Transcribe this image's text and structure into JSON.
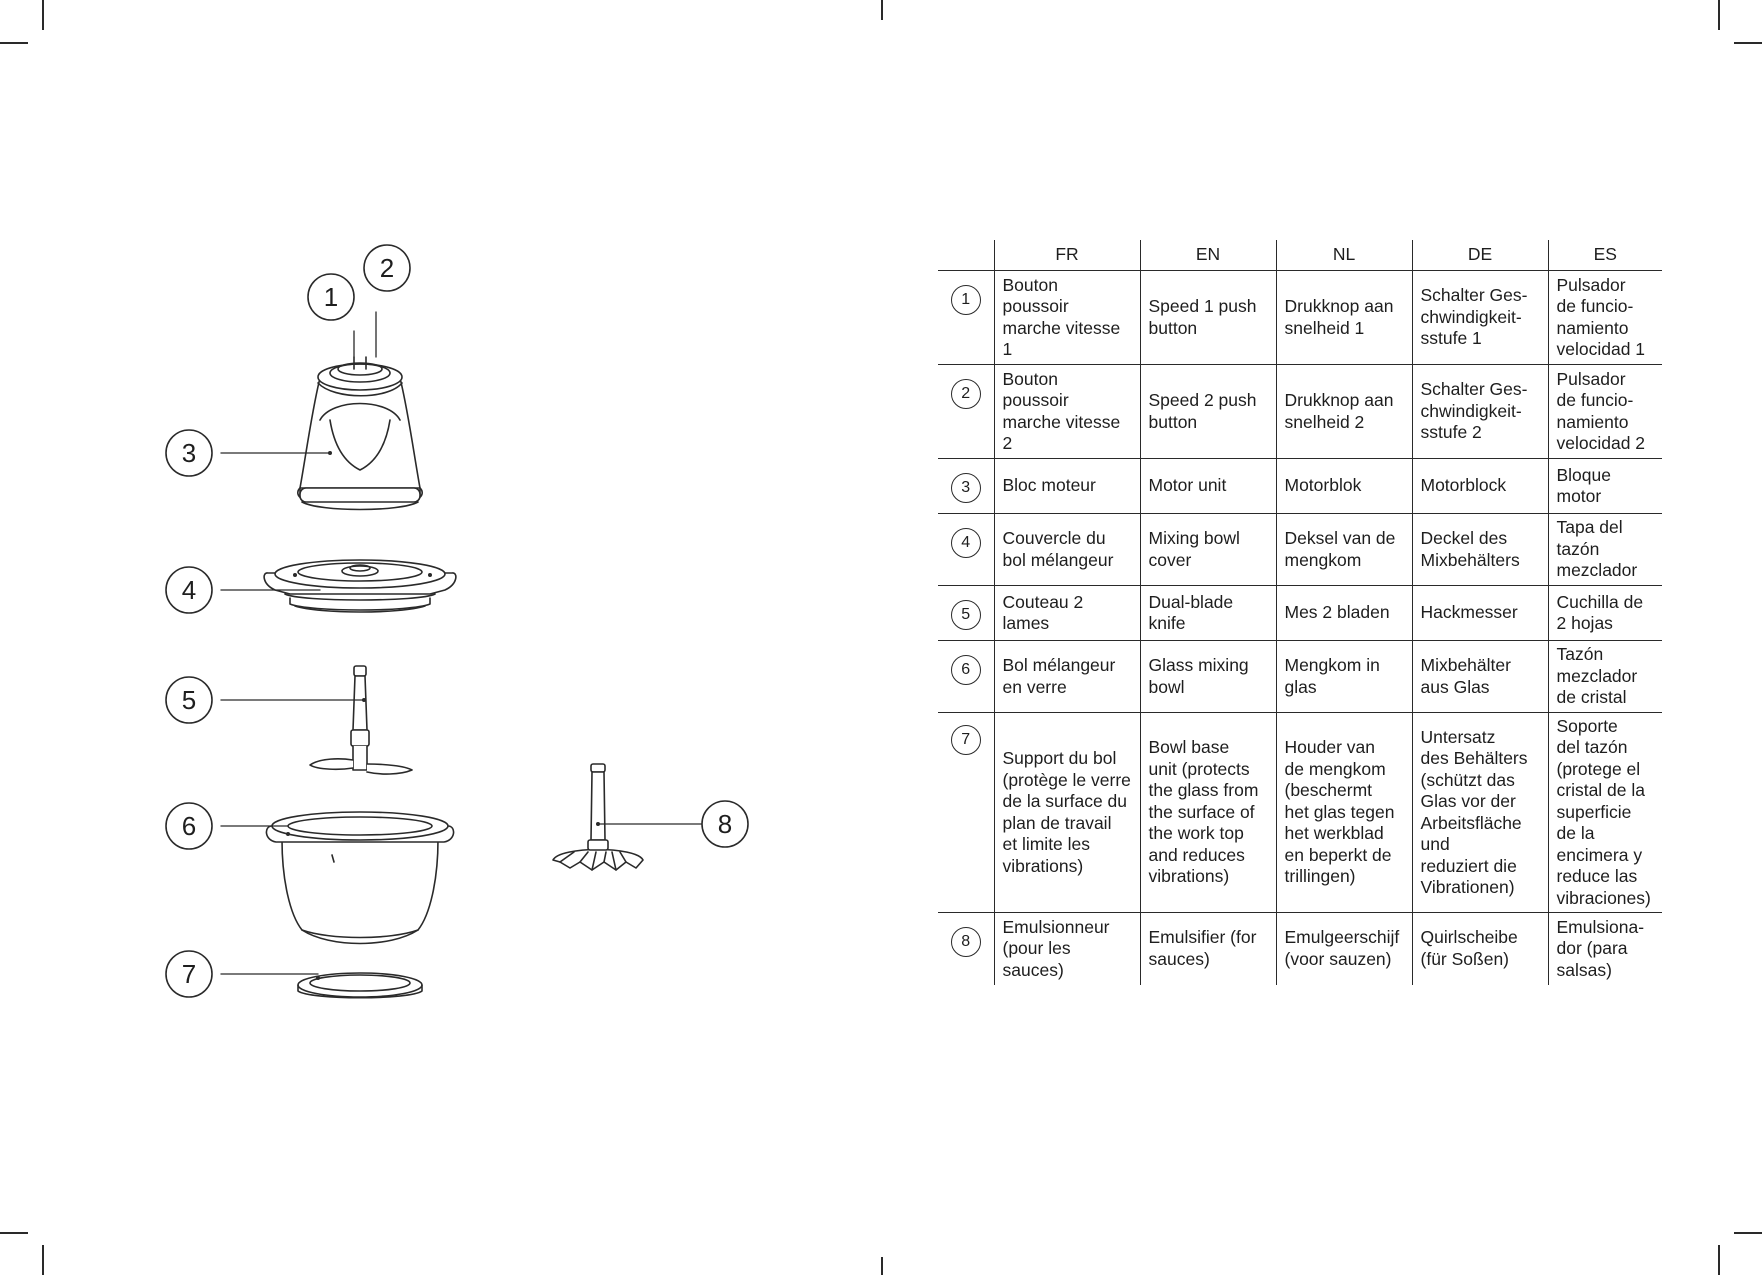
{
  "diagram": {
    "callouts": [
      "1",
      "2",
      "3",
      "4",
      "5",
      "6",
      "7",
      "8"
    ]
  },
  "table": {
    "headers": [
      "",
      "FR",
      "EN",
      "NL",
      "DE",
      "ES"
    ],
    "rows": [
      {
        "num": "1",
        "fr": "Bouton\npoussoir\nmarche vitesse\n1",
        "en": "Speed 1 push\nbutton",
        "nl": "Drukknop aan\nsnelheid 1",
        "de": "Schalter Ges-\nchwindigkeit-\nsstufe 1",
        "es": "Pulsador\nde funcio-\nnamiento\nvelocidad 1"
      },
      {
        "num": "2",
        "fr": "Bouton\npoussoir\nmarche vitesse\n2",
        "en": "Speed 2 push\nbutton",
        "nl": "Drukknop aan\nsnelheid 2",
        "de": "Schalter Ges-\nchwindigkeit-\nsstufe 2",
        "es": "Pulsador\nde funcio-\nnamiento\nvelocidad 2"
      },
      {
        "num": "3",
        "fr": "Bloc moteur",
        "en": "Motor unit",
        "nl": "Motorblok",
        "de": "Motorblock",
        "es": "Bloque\nmotor"
      },
      {
        "num": "4",
        "fr": "Couvercle du\nbol mélangeur",
        "en": "Mixing bowl\ncover",
        "nl": "Deksel van de\nmengkom",
        "de": "Deckel des\nMixbehälters",
        "es": "Tapa del\ntazón\nmezclador"
      },
      {
        "num": "5",
        "fr": "Couteau 2\nlames",
        "en": "Dual-blade\nknife",
        "nl": "Mes 2 bladen",
        "de": "Hackmesser",
        "es": "Cuchilla de\n2 hojas"
      },
      {
        "num": "6",
        "fr": "Bol mélangeur\nen verre",
        "en": "Glass mixing\nbowl",
        "nl": "Mengkom in\nglas",
        "de": "Mixbehälter\naus Glas",
        "es": "Tazón\nmezclador\nde cristal"
      },
      {
        "num": "7",
        "fr": "Support du bol\n(protège le verre\nde la surface du\nplan de travail\net limite les\nvibrations)",
        "en": "Bowl base\nunit (protects\nthe glass from\nthe surface of\nthe work top\nand reduces\nvibrations)",
        "nl": "Houder van\nde mengkom\n(beschermt\nhet glas tegen\nhet werkblad\nen beperkt de\ntrillingen)",
        "de": "Untersatz\ndes Behälters\n(schützt das\nGlas vor der\nArbeitsfläche\nund\nreduziert die\nVibrationen)",
        "es": "Soporte\ndel tazón\n(protege el\ncristal de la\nsuperficie\nde la\nencimera y\nreduce las\nvibraciones)"
      },
      {
        "num": "8",
        "fr": "Emulsionneur\n(pour les\nsauces)",
        "en": "Emulsifier (for\nsauces)",
        "nl": "Emulgeerschijf\n(voor sauzen)",
        "de": "Quirlscheibe\n(für Soßen)",
        "es": "Emulsiona-\ndor (para\nsalsas)"
      }
    ]
  }
}
